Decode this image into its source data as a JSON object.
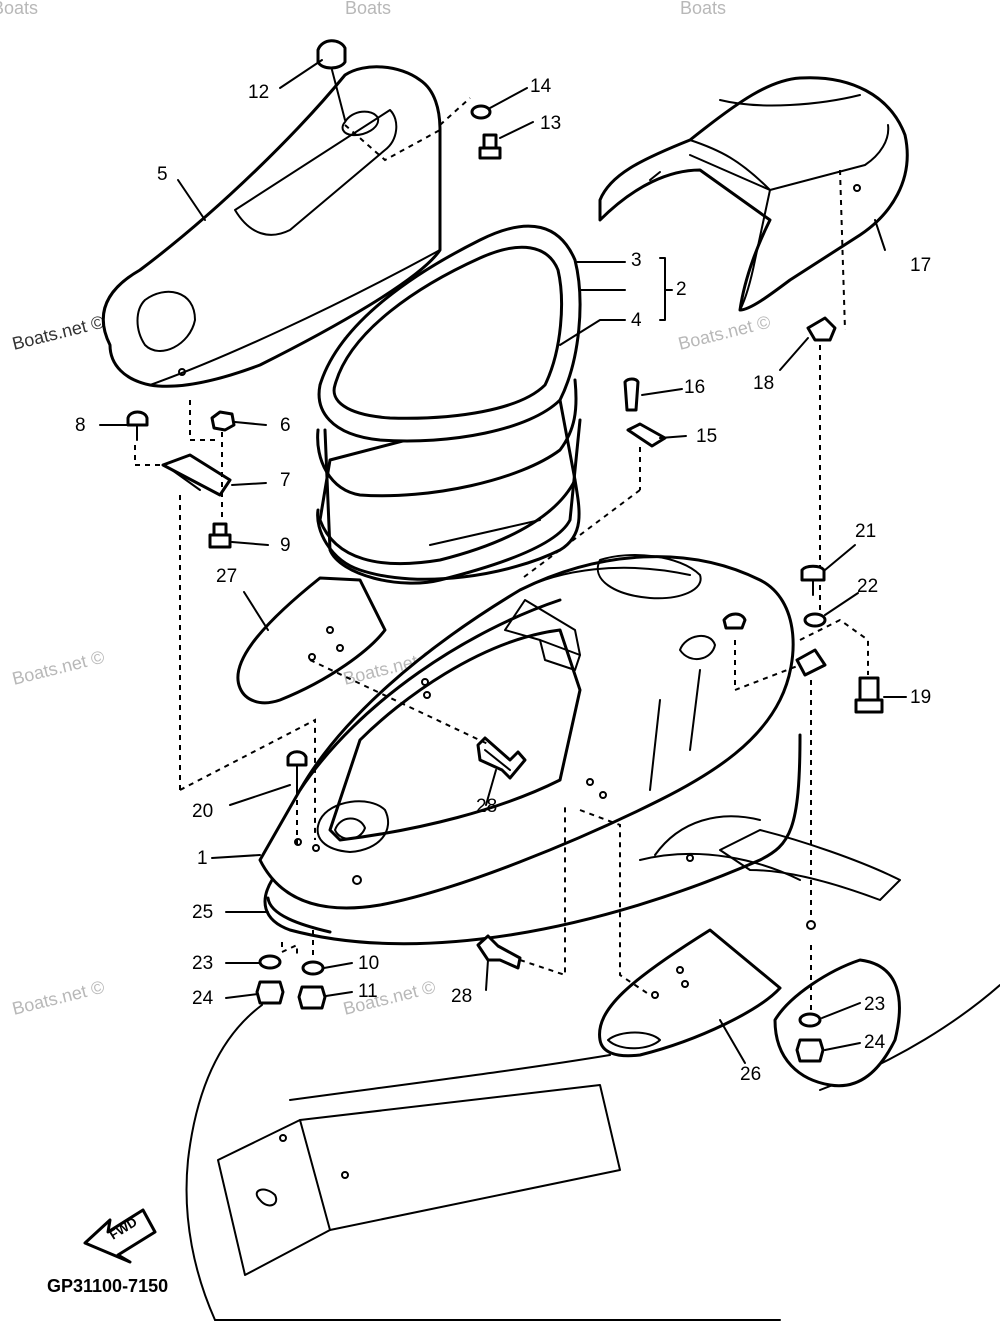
{
  "diagram": {
    "watermark": "Boats.net ©",
    "watermark_partial": "Boats",
    "drawing_code": "GP31100-7150",
    "direction_arrow_label": "FWD",
    "part_callouts": [
      "1",
      "2",
      "3",
      "4",
      "5",
      "6",
      "7",
      "8",
      "9",
      "10",
      "11",
      "12",
      "13",
      "14",
      "15",
      "16",
      "17",
      "18",
      "19",
      "20",
      "21",
      "22",
      "23",
      "24",
      "25",
      "26",
      "27",
      "28"
    ]
  }
}
